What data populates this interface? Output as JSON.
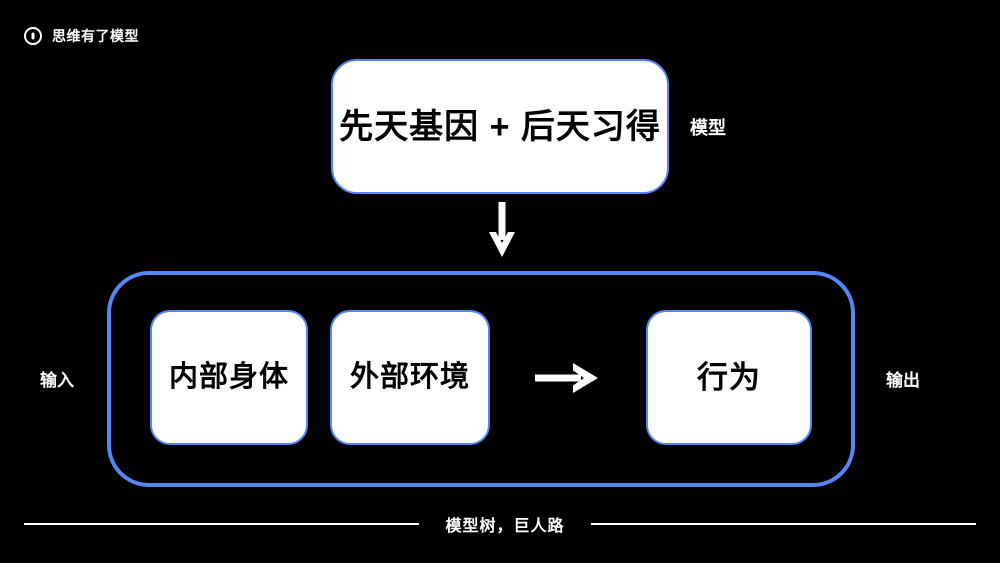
{
  "header": {
    "icon": "record-circle-icon",
    "title": "思维有了模型"
  },
  "diagram": {
    "model_card": {
      "text": "先天基因 + 后天习得",
      "side_label": "模型"
    },
    "flow_arrow_down": "arrow-down-icon",
    "system": {
      "input_label": "输入",
      "output_label": "输出",
      "cards": [
        {
          "text": "内部身体"
        },
        {
          "text": "外部环境"
        },
        {
          "text": "行为"
        }
      ],
      "flow_arrow_right": "arrow-right-icon"
    }
  },
  "footer": {
    "text": "模型树，巨人路"
  },
  "colors": {
    "background": "#000000",
    "accent_blue": "#5588f5",
    "card_fill": "#ffffff",
    "text_on_dark": "#ffffff",
    "text_on_card": "#000000"
  }
}
